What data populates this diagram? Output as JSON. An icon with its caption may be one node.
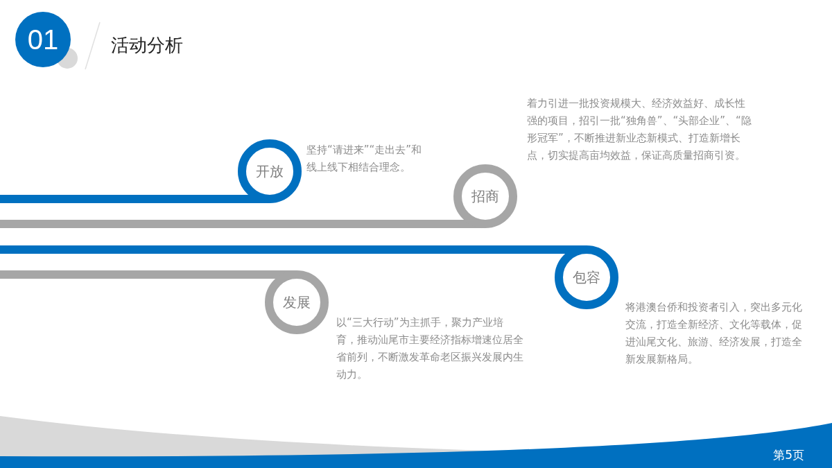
{
  "diagram": {
    "title": "活动分析",
    "nodes": [
      {
        "text": [
          "01"
        ]
      },
      {
        "text": [
          "开放"
        ],
        "beside": [
          "坚持“请进来”“走出去”和线上线下相结合理念。"
        ]
      },
      {
        "text": [
          "招商"
        ],
        "beside": [
          "着力引进一批投资规模大、经济效益好、成长性强的项目，招引一批“独角兽”、“头部企业”、“隐形冠军”，不断推进新业态新模式、打造新增长点，切实提高亩均效益，保证高质量招商引资。"
        ]
      },
      {
        "text": [
          "包容"
        ],
        "beside": [
          "将港澳台侨和投资者引入，突出多元化交流，打造全新经济、文化等载体，促进汕尾文化、旅游、经济发展，打造全新发展新格局。"
        ]
      },
      {
        "text": [
          "发展"
        ],
        "beside": [
          "以“三大行动”为主抓手，聚力产业培育，推动汕尾市主要经济指标增速位居全省前列，不断激发革命老区振兴发展内生动力。"
        ]
      }
    ],
    "edges": [
      {
        "from": null,
        "to": 1,
        "arrow": "none",
        "color": "#0070c0"
      },
      {
        "from": null,
        "to": 2,
        "arrow": "none",
        "color": "#a6a6a6"
      },
      {
        "from": null,
        "to": 3,
        "arrow": "none",
        "color": "#0070c0"
      },
      {
        "from": null,
        "to": 4,
        "arrow": "none",
        "color": "#a6a6a6"
      }
    ],
    "labels": [
      "第5页"
    ]
  }
}
